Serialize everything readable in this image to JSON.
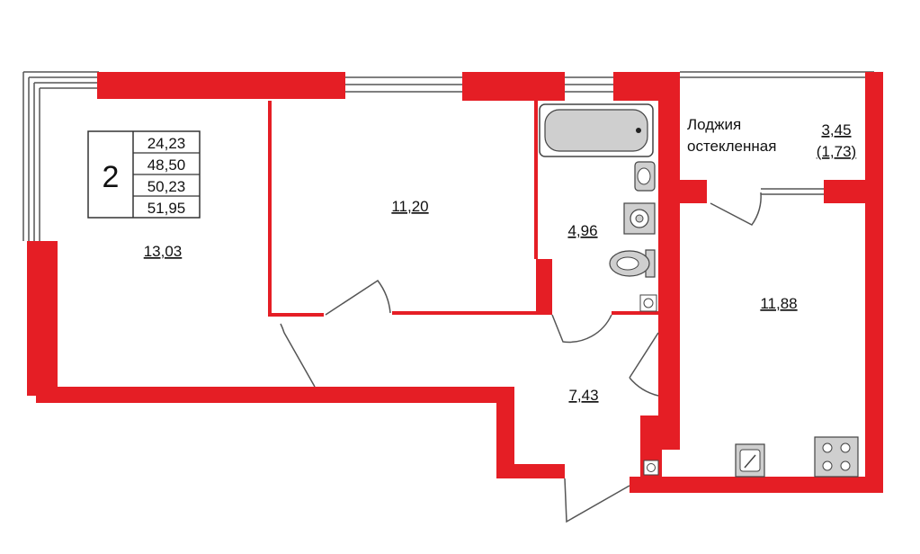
{
  "colors": {
    "wall": "#e51e25",
    "outline": "#444444",
    "fixture_fill": "#cfcfcf",
    "background": "#ffffff",
    "text": "#111111"
  },
  "summary": {
    "rooms_count": "2",
    "areas": [
      "24,23",
      "48,50",
      "50,23",
      "51,95"
    ]
  },
  "rooms": {
    "living": {
      "area": "13,03"
    },
    "bedroom": {
      "area": "11,20"
    },
    "bathroom": {
      "area": "4,96"
    },
    "loggia": {
      "name_line1": "Лоджия",
      "name_line2": "остекленная",
      "area": "3,45",
      "area_reduced": "(1,73)"
    },
    "kitchen": {
      "area": "11,88"
    },
    "hallway": {
      "area": "7,43"
    }
  },
  "icons": [
    "bathtub-icon",
    "sink-icon",
    "washing-machine-icon",
    "toilet-icon",
    "kitchen-sink-icon",
    "stove-icon"
  ]
}
